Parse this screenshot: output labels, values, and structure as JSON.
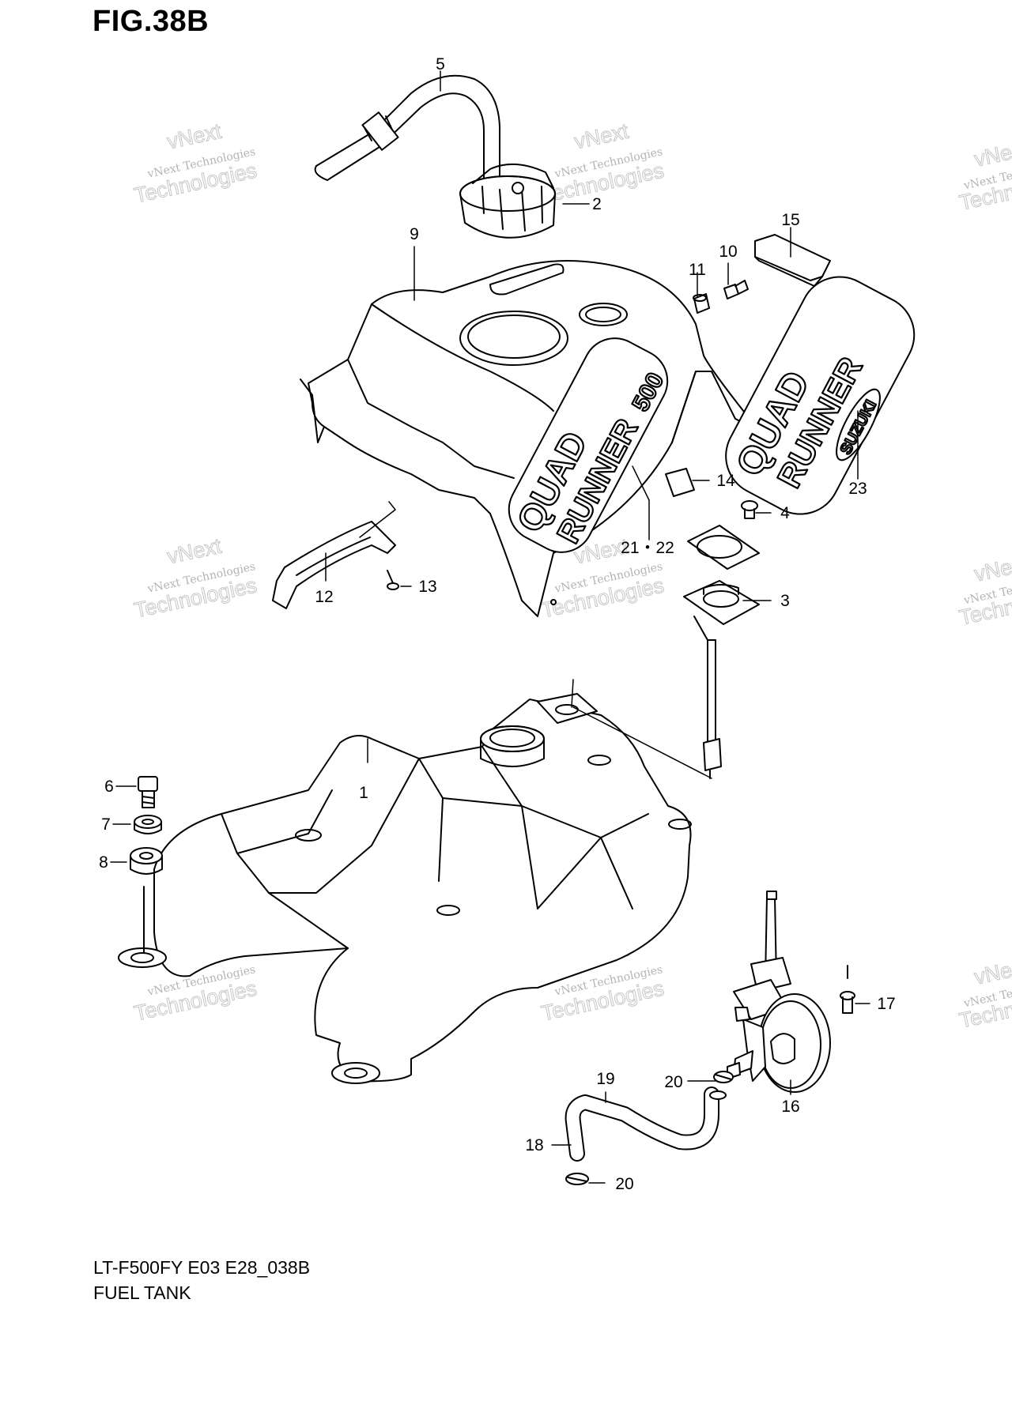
{
  "figure": {
    "title": "FIG.38B",
    "model_code": "LT-F500FY E03 E28_038B",
    "caption": "FUEL TANK"
  },
  "watermark": {
    "line1": "vNext",
    "line2": "vNext Technologies",
    "line3": "Technologies",
    "partial1": "vNe",
    "partial2": "vNext Tech",
    "partial3": "Techn"
  },
  "logo_text": {
    "word1": "QUAD",
    "word2": "RUNNER",
    "word3": "500",
    "word4": "SUZUKI"
  },
  "callouts": [
    {
      "id": "c1",
      "label": "1"
    },
    {
      "id": "c2",
      "label": "2"
    },
    {
      "id": "c3",
      "label": "3"
    },
    {
      "id": "c4",
      "label": "4"
    },
    {
      "id": "c5",
      "label": "5"
    },
    {
      "id": "c6",
      "label": "6"
    },
    {
      "id": "c7",
      "label": "7"
    },
    {
      "id": "c8",
      "label": "8"
    },
    {
      "id": "c9",
      "label": "9"
    },
    {
      "id": "c10",
      "label": "10"
    },
    {
      "id": "c11",
      "label": "11"
    },
    {
      "id": "c12",
      "label": "12"
    },
    {
      "id": "c13",
      "label": "13"
    },
    {
      "id": "c14",
      "label": "14"
    },
    {
      "id": "c15",
      "label": "15"
    },
    {
      "id": "c16",
      "label": "16"
    },
    {
      "id": "c17",
      "label": "17"
    },
    {
      "id": "c18",
      "label": "18"
    },
    {
      "id": "c19",
      "label": "19"
    },
    {
      "id": "c20a",
      "label": "20"
    },
    {
      "id": "c20b",
      "label": "20"
    },
    {
      "id": "c2122",
      "label": "21・22"
    },
    {
      "id": "c23",
      "label": "23"
    }
  ]
}
